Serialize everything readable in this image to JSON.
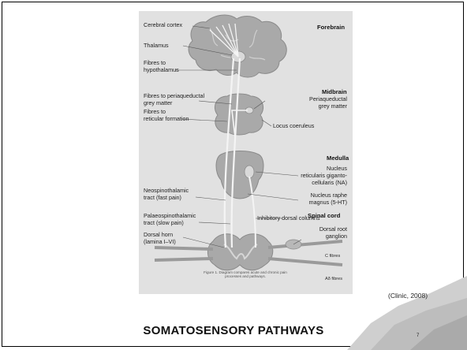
{
  "slide": {
    "title": "SOMATOSENSORY PATHWAYS",
    "citation": "(Clinic, 2008)",
    "page_number": "7"
  },
  "figure": {
    "headings": {
      "forebrain": "Forebrain",
      "midbrain": "Midbrain",
      "medulla": "Medulla",
      "spinal_cord": "Spinal cord"
    },
    "left_labels": {
      "cerebral_cortex": "Cerebral cortex",
      "thalamus": "Thalamus",
      "fibres_hypothalamus_1": "Fibres to",
      "fibres_hypothalamus_2": "hypothalamus",
      "fibres_pag_1": "Fibres to periaqueductal",
      "fibres_pag_2": "grey matter",
      "fibres_reticular_1": "Fibres to",
      "fibres_reticular_2": "reticular formation",
      "neospino_1": "Neospinothalamic",
      "neospino_2": "tract (fast pain)",
      "palaeo_1": "Palaeospinothalamic",
      "palaeo_2": "tract (slow pain)",
      "dorsal_horn_1": "Dorsal horn",
      "dorsal_horn_2": "(lamina I–VI)"
    },
    "right_labels": {
      "pag_1": "Periaqueductal",
      "pag_2": "grey matter",
      "locus": "Locus coeruleus",
      "nucleus_1": "Nucleus",
      "nucleus_2": "reticularis giganto-",
      "nucleus_3": "cellularis (NA)",
      "raphe_1": "Nucleus raphe",
      "raphe_2": "magnus (5-HT)",
      "inhibitory": "Inhibitory dorsal columns",
      "drg_1": "Dorsal root",
      "drg_2": "ganglion",
      "c_fibres": "C fibres",
      "ad_fibres": "Aδ fibres"
    },
    "caption_1": "Figure 1. Diagram compares acute and chronic pain",
    "caption_2": "processes and pathways."
  },
  "colors": {
    "figure_bg": "#e1e1e1",
    "brain_fill": "#a9a9a9",
    "tract": "#f4f4f4",
    "deco": "#c8c8c8"
  }
}
